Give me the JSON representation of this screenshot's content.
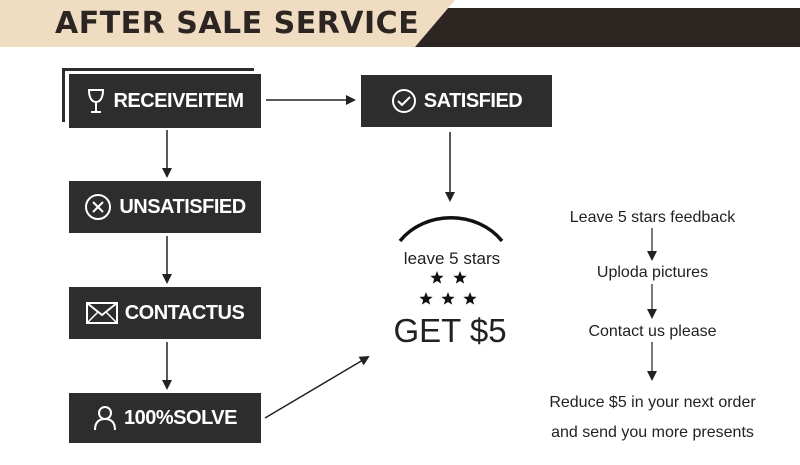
{
  "header": {
    "title": "AFTER SALE SERVICE",
    "colors": {
      "tan": "#efdcc1",
      "dark": "#2c2522"
    }
  },
  "flow": {
    "receive_item": "RECEIVEITEM",
    "satisfied": "SATISFIED",
    "unsatisfied": "UNSATISFIED",
    "contact_us": "CONTACTUS",
    "solve": "100%SOLVE"
  },
  "reward": {
    "leave_stars": "leave 5 stars",
    "get": "GET $5",
    "stars_shown": 5
  },
  "steps": [
    "Leave 5 stars feedback",
    "Uploda pictures",
    "Contact us please",
    "Reduce $5 in your next order",
    "and send you more presents"
  ]
}
